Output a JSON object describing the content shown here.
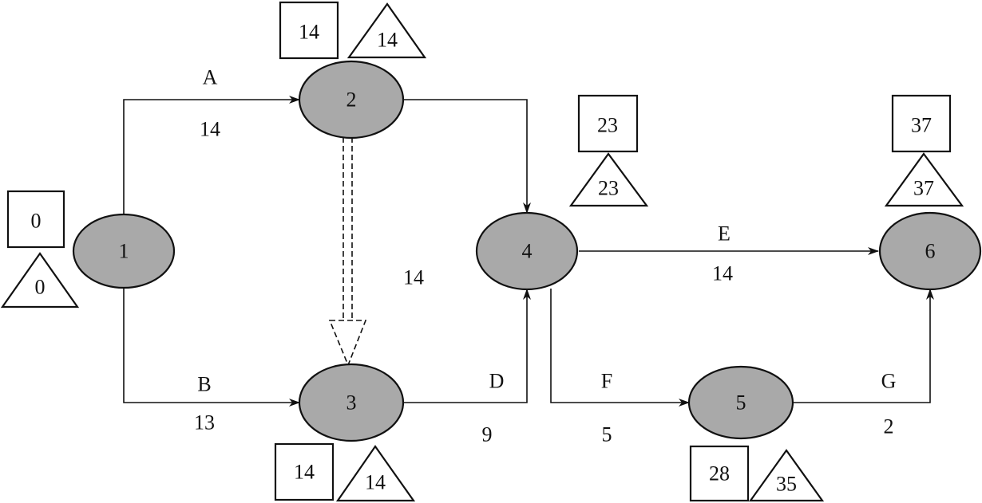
{
  "nodes": [
    {
      "id": "1",
      "earliest": "0",
      "latest": "0"
    },
    {
      "id": "2",
      "earliest": "14",
      "latest": "14"
    },
    {
      "id": "3",
      "earliest": "14",
      "latest": "14"
    },
    {
      "id": "4",
      "earliest": "23",
      "latest": "23"
    },
    {
      "id": "5",
      "earliest": "28",
      "latest": "35"
    },
    {
      "id": "6",
      "earliest": "37",
      "latest": "37"
    }
  ],
  "activities": [
    {
      "name": "A",
      "duration": "14",
      "from": "1",
      "to": "2"
    },
    {
      "name": "B",
      "duration": "13",
      "from": "1",
      "to": "3"
    },
    {
      "name": "D",
      "duration": "9",
      "from": "3",
      "to": "4"
    },
    {
      "name": "E",
      "duration": "14",
      "from": "4",
      "to": "6"
    },
    {
      "name": "F",
      "duration": "5",
      "from": "4",
      "to": "5"
    },
    {
      "name": "G",
      "duration": "2",
      "from": "5",
      "to": "6"
    }
  ],
  "unlabeled_edge": {
    "duration": "14",
    "from": "2",
    "to": "4"
  },
  "dummy_edge": {
    "from": "2",
    "to": "3",
    "style": "dashed"
  },
  "colors": {
    "node_fill": "#a9a9a9",
    "stroke": "#111111"
  }
}
